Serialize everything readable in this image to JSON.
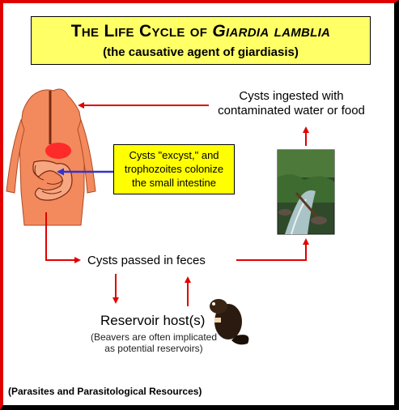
{
  "title": {
    "prefix": "The Life Cycle of ",
    "italic": "Giardia lamblia",
    "subtitle": "(the causative agent of giardiasis)"
  },
  "steps": {
    "ingestion": [
      "Cysts ingested with",
      "contaminated water or food"
    ],
    "excyst": [
      "Cysts \"excyst,\" and",
      "trophozoites colonize",
      "the small intestine"
    ],
    "feces": "Cysts passed in feces",
    "reservoir": "Reservoir host(s)",
    "reservoir_note": [
      "(Beavers are often implicated",
      "as potential reservoirs)"
    ]
  },
  "source": "(Parasites and Parasitological Resources)",
  "colors": {
    "border_red": "#e00000",
    "arrow_red": "#e00000",
    "pointer_blue": "#3333cc",
    "title_bg": "#ffff66",
    "box_bg": "#ffff00",
    "body_skin": "#f28a5e"
  }
}
